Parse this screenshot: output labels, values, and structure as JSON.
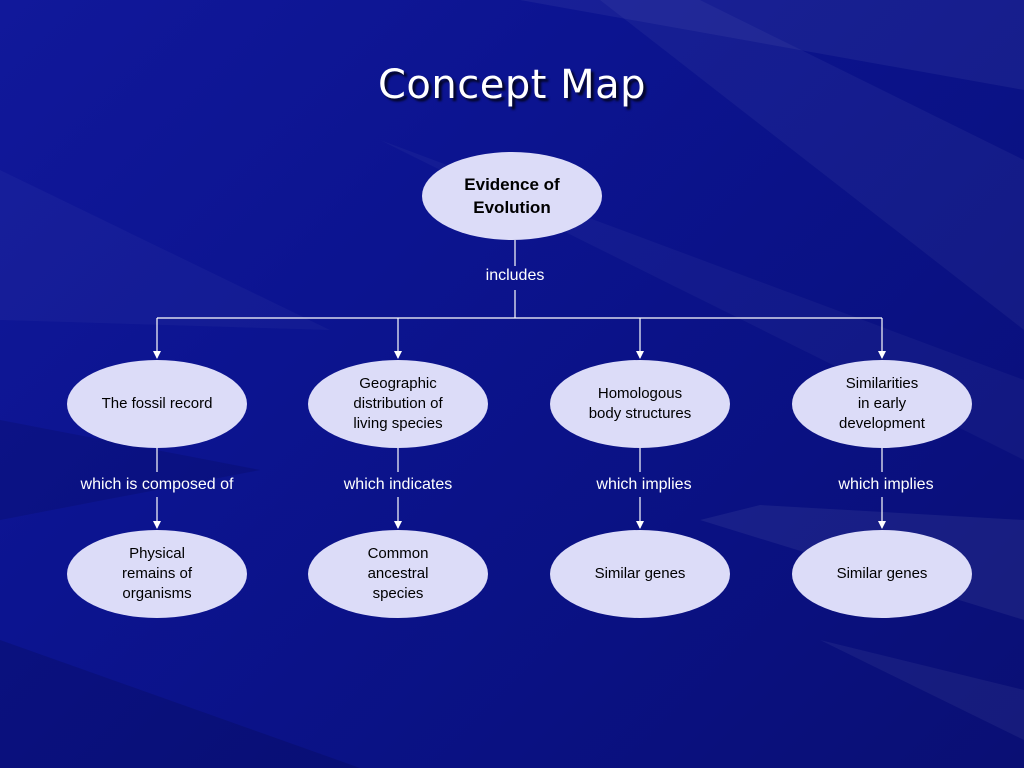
{
  "title": "Concept Map",
  "colors": {
    "background": "#0c1490",
    "node_fill": "#dcdcf8",
    "connector": "#ffffff"
  },
  "root": {
    "label": "Evidence of\nEvolution"
  },
  "root_link_label": "includes",
  "branches": [
    {
      "label": "The fossil record",
      "link_label": "which is composed of",
      "leaf": "Physical\nremains of\norganisms"
    },
    {
      "label": "Geographic\ndistribution of\nliving species",
      "link_label": "which indicates",
      "leaf": "Common\nancestral\nspecies"
    },
    {
      "label": "Homologous\nbody structures",
      "link_label": "which implies",
      "leaf": "Similar genes"
    },
    {
      "label": "Similarities\nin early\ndevelopment",
      "link_label": "which implies",
      "leaf": "Similar genes"
    }
  ]
}
